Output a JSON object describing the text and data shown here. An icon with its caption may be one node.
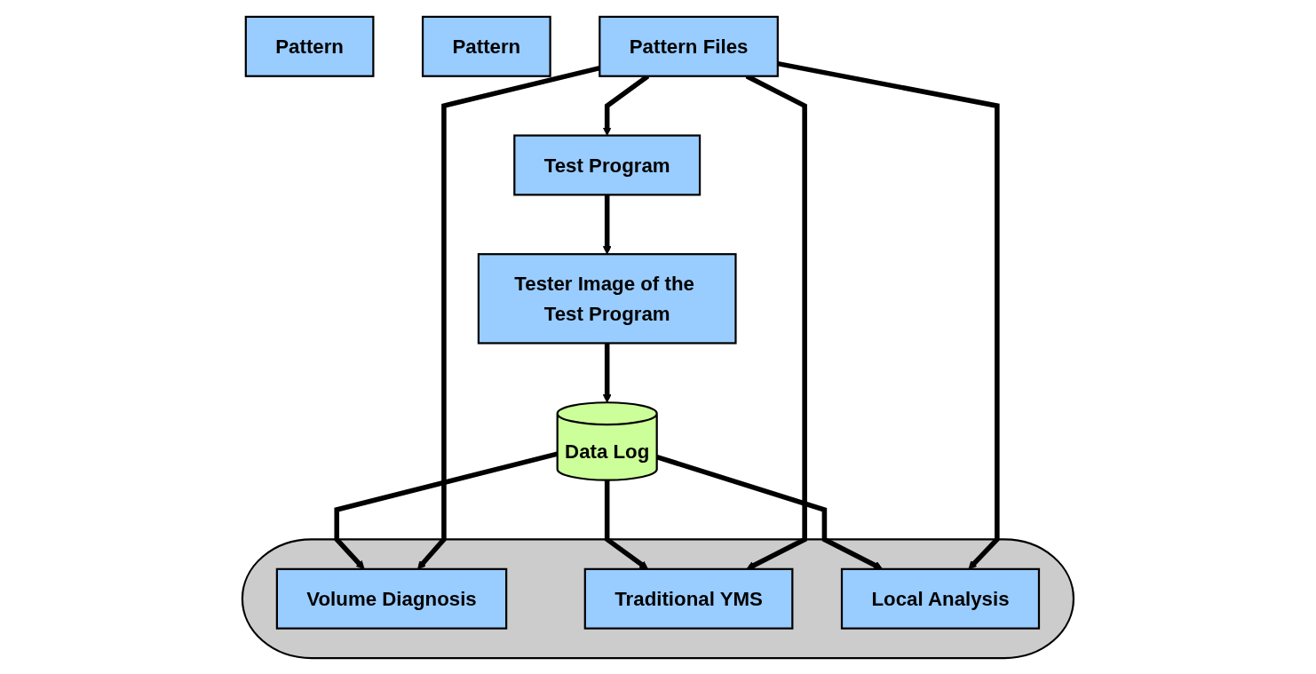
{
  "diagram": {
    "nodes": [
      {
        "text": [
          "Pattern"
        ]
      },
      {
        "text": [
          "Pattern"
        ]
      },
      {
        "text": [
          "Pattern Files"
        ]
      },
      {
        "text": [
          "Test Program"
        ]
      },
      {
        "text": [
          "Tester Image of the Test Program"
        ]
      },
      {
        "text": [
          "Data Log"
        ]
      },
      {
        "text": [],
        "shape": "ellipse"
      },
      {
        "text": [
          "Volume Diagnosis"
        ],
        "in": 6
      },
      {
        "text": [
          "Traditional YMS"
        ],
        "in": 6
      },
      {
        "text": [
          "Local Analysis"
        ],
        "in": 6
      }
    ],
    "edges": [
      {
        "from": 2,
        "to": 3,
        "arrow": "to"
      },
      {
        "from": 3,
        "to": 4,
        "arrow": "to"
      },
      {
        "from": 4,
        "to": 5,
        "arrow": "to"
      },
      {
        "from": 5,
        "to": 7,
        "arrow": "to"
      },
      {
        "from": 5,
        "to": 8,
        "arrow": "to"
      },
      {
        "from": 5,
        "to": 9,
        "arrow": "to"
      },
      {
        "from": 2,
        "to": 7,
        "arrow": "to"
      },
      {
        "from": 2,
        "to": 8,
        "arrow": "to"
      },
      {
        "from": 2,
        "to": 9,
        "arrow": "to"
      }
    ]
  }
}
